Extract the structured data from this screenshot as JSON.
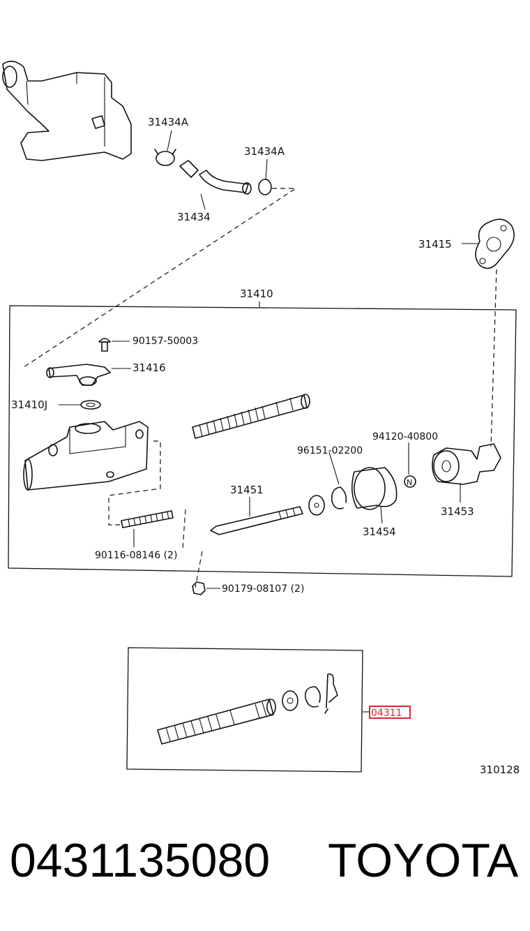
{
  "diagram": {
    "labels": {
      "clamp_a_1": "31434A",
      "clamp_a_2": "31434A",
      "hose": "31434",
      "gasket": "31415",
      "master_cylinder_assy": "31410",
      "screw": "90157-50003",
      "union": "31416",
      "grommet": "31410J",
      "stud_bolt": "90116-08146 (2)",
      "nut": "90179-08107 (2)",
      "push_rod": "31451",
      "snap_ring": "96151-02200",
      "nut_n": "94120-40800",
      "boot": "31454",
      "clevis": "31453",
      "kit_label": "04311",
      "n_symbol": "N",
      "diagram_code": "310128"
    }
  },
  "footer": {
    "part_number": "0431135080",
    "brand": "TOYOTA"
  },
  "colors": {
    "highlight": "#d42a2a",
    "ink": "#111111"
  }
}
